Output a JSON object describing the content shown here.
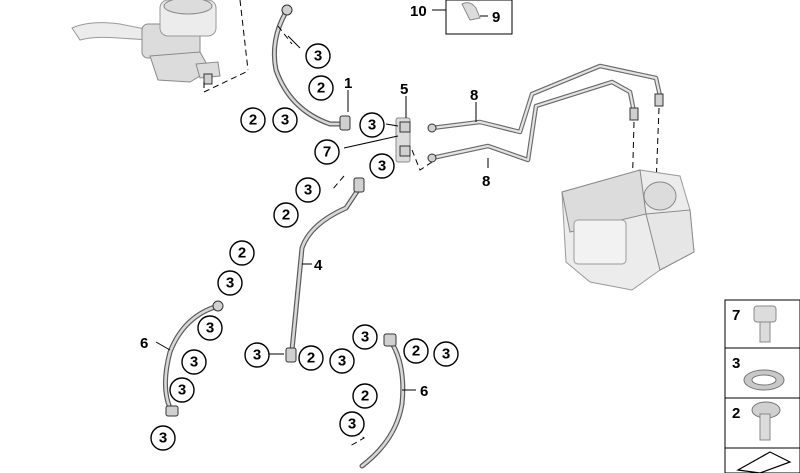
{
  "callouts": {
    "c1": "3",
    "c2": "2",
    "c3": "2",
    "c4": "3",
    "c5": "3",
    "c6": "7",
    "c7": "3",
    "c8": "3",
    "c9": "2",
    "c10": "2",
    "c11": "3",
    "c12": "3",
    "c13": "3",
    "c14": "3",
    "c15": "3",
    "c16": "3",
    "c17": "2",
    "c18": "3",
    "c19": "3",
    "c20": "2",
    "c21": "3",
    "c22": "2",
    "c23": "3"
  },
  "labels": {
    "l1": "1",
    "l4": "4",
    "l5": "5",
    "l6a": "6",
    "l6b": "6",
    "l8a": "8",
    "l8b": "8",
    "l9": "9",
    "l10": "10"
  },
  "legend": {
    "row1": "7",
    "row2": "3",
    "row3": "2"
  }
}
